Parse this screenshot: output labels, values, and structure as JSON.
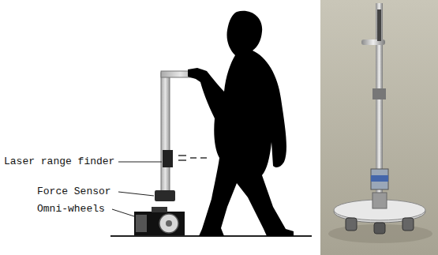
{
  "diagram": {
    "labels": [
      "Laser range finder",
      "Force Sensor",
      "Omni-wheels"
    ]
  }
}
